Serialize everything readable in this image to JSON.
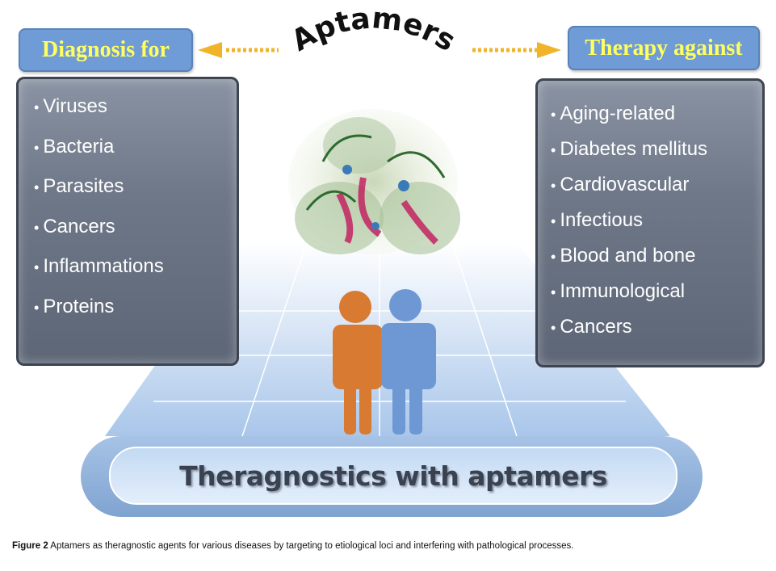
{
  "title": "Aptamers",
  "diagnosis": {
    "header": "Diagnosis for",
    "items": [
      "Viruses",
      "Bacteria",
      "Parasites",
      "Cancers",
      "Inflammations",
      "Proteins"
    ]
  },
  "therapy": {
    "header": "Therapy against",
    "items": [
      "Aging-related",
      "Diabetes mellitus",
      "Cardiovascular",
      "Infectious",
      "Blood and bone",
      "Immunological",
      "Cancers"
    ]
  },
  "banner": "Theragnostics with aptamers",
  "caption": {
    "label": "Figure 2",
    "text": " Aptamers as theragnostic agents for various diseases by targeting to etiological loci and interfering with pathological processes."
  },
  "colors": {
    "header_bg": "#6f9bd6",
    "header_text": "#ffff5e",
    "arrow": "#f0b429",
    "person1": "#d97a32",
    "person2": "#6e98d4"
  }
}
